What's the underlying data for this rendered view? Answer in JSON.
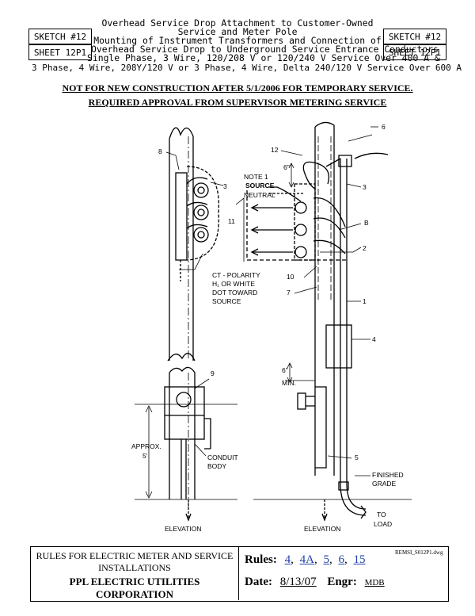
{
  "header": {
    "sketch_label": "SKETCH #12",
    "sheet_label": "SHEET 12P1",
    "title_lines": [
      "Overhead Service Drop Attachment to Customer-Owned",
      "Service and Meter Pole",
      "Mounting of Instrument Transformers and Connection of",
      "Overhead Service Drop to Underground Service Entrance Conductors",
      "Single Phase, 3 Wire, 120/208 V or 120/240 V Service Over 400 A &",
      "3 Phase, 4 Wire, 208Y/120 V or 3 Phase, 4 Wire, Delta 240/120 V Service Over 600 A"
    ]
  },
  "notices": [
    "NOT FOR NEW CONSTRUCTION AFTER 5/1/2006 FOR TEMPORARY SERVICE.",
    "REQUIRED APPROVAL FROM SUPERVISOR METERING SERVICE"
  ],
  "labels": {
    "ct_polarity_1": "CT - POLARITY",
    "ct_polarity_2": "H₁ OR WHITE",
    "ct_polarity_3": "DOT TOWARD",
    "ct_polarity_4": "SOURCE",
    "approx_1": "APPROX.",
    "approx_2": "5'",
    "conduit_1": "CONDUIT",
    "conduit_2": "BODY",
    "elevation_left": "ELEVATION",
    "elevation_right": "ELEVATION",
    "note1": "NOTE 1",
    "source": "SOURCE",
    "neutral": "NEUTRAL",
    "six_in_top": "6\"",
    "six_in_mid": "6\"",
    "min": "MIN.",
    "finished_1": "FINISHED",
    "finished_2": "GRADE",
    "to": "TO",
    "load": "LOAD",
    "letter_b": "B"
  },
  "callouts": {
    "c1": "1",
    "c2": "2",
    "c3l": "3",
    "c3r": "3",
    "c4": "4",
    "c5": "5",
    "c6": "6",
    "c7": "7",
    "c8": "8",
    "c9": "9",
    "c10": "10",
    "c11": "11",
    "c12": "12"
  },
  "footer": {
    "rules_title_1": "RULES FOR ELECTRIC METER AND SERVICE",
    "rules_title_2": "INSTALLATIONS",
    "company_1": "PPL ELECTRIC UTILITIES",
    "company_2": "CORPORATION",
    "rules_label": "Rules:",
    "rules": [
      "4",
      "4A",
      "5",
      "6",
      "15"
    ],
    "date_label": "Date:",
    "date": "8/13/07",
    "engr_label": "Engr:",
    "engr": "MDB",
    "drawing_file": "REMSI_S012P1.dwg"
  }
}
